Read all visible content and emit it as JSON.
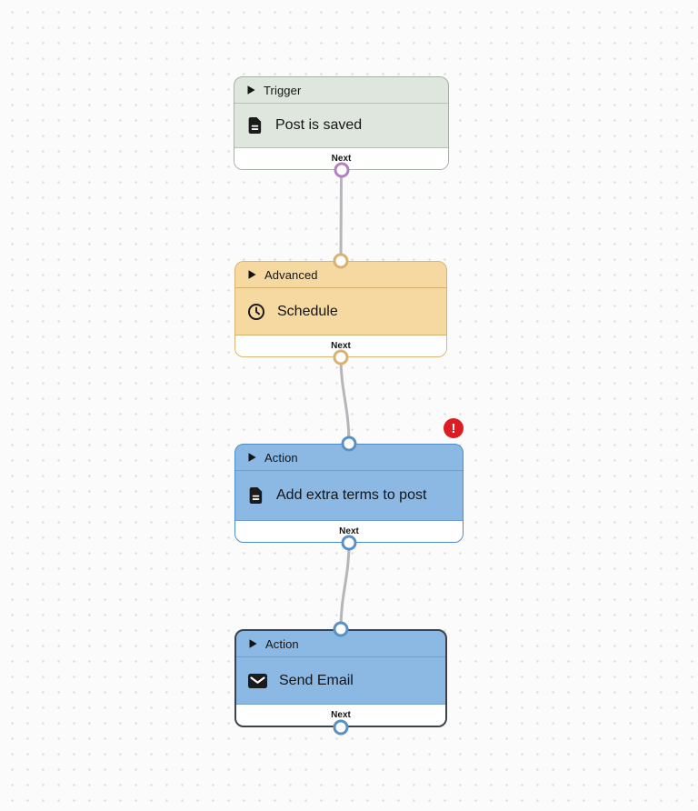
{
  "diagram": {
    "edge_color": "#b5b5ba",
    "nodes": [
      {
        "category": "Trigger",
        "title": "Post is saved",
        "icon": "document-icon",
        "footer": "Next",
        "selected": false,
        "colors": {
          "bg": "#dee6de",
          "border": "#a6b1a6",
          "divider": "#b7c1b7",
          "port": "#b37fc1"
        }
      },
      {
        "category": "Advanced",
        "title": "Schedule",
        "icon": "clock-icon",
        "footer": "Next",
        "selected": false,
        "colors": {
          "bg": "#f6d8a1",
          "border": "#dab670",
          "divider": "#d6b06c",
          "port": "#d8b26e"
        }
      },
      {
        "category": "Action",
        "title": "Add extra terms to post",
        "icon": "document-icon",
        "footer": "Next",
        "selected": false,
        "has_error": true,
        "colors": {
          "bg": "#8cb8e4",
          "border": "#4e8cc7",
          "divider": "#6f9ecf",
          "port": "#5a90c8"
        }
      },
      {
        "category": "Action",
        "title": "Send Email",
        "icon": "envelope-icon",
        "footer": "Next",
        "selected": true,
        "colors": {
          "bg": "#8cb8e4",
          "border": "#3c4247",
          "divider": "#6f9ecf",
          "port": "#5a90c8"
        }
      }
    ],
    "edges": [
      {
        "from": "Post is saved",
        "to": "Schedule"
      },
      {
        "from": "Schedule",
        "to": "Add extra terms to post"
      },
      {
        "from": "Add extra terms to post",
        "to": "Send Email"
      }
    ],
    "error_badge": {
      "symbol": "!",
      "color": "#dc1d23",
      "attached_to": "Add extra terms to post"
    }
  }
}
